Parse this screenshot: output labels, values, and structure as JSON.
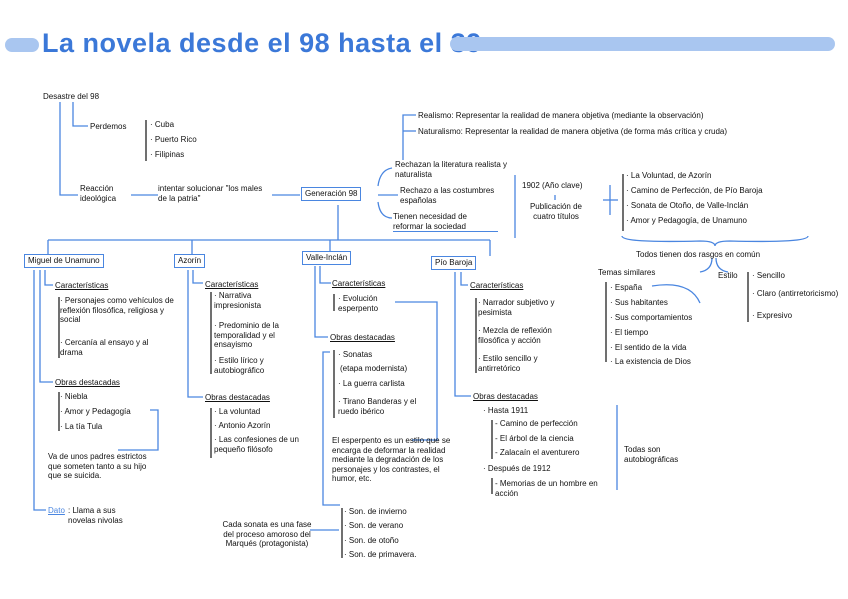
{
  "title": "La novela desde el 98 hasta el 39",
  "accent_color": "#3b78d8",
  "line_color": "#4a86e0",
  "root": {
    "label": "Desastre del 98"
  },
  "perdemos": {
    "label": "Perdemos",
    "items": [
      "· Cuba",
      "· Puerto Rico",
      "· Filipinas"
    ]
  },
  "reaccion": {
    "label": "Reacción ideológica",
    "next": "intentar solucionar \"los males de la patria\""
  },
  "generacion": {
    "label": "Generación 98"
  },
  "rasgos": [
    "Rechazan la literatura realista y naturalista",
    "Rechazo a las costumbres españolas",
    "Tienen necesidad de reformar la sociedad"
  ],
  "corrientes": [
    "Realismo: Representar la realidad de manera objetiva (mediante la observación)",
    "Naturalismo: Representar la realidad de manera objetiva (de forma más crítica y cruda)"
  ],
  "anio_clave": {
    "year": "1902 (Año clave)",
    "label": "Publicación de cuatro títulos"
  },
  "titulos_1902": [
    "· La Voluntad, de Azorín",
    "· Camino de Perfección, de Pío Baroja",
    "· Sonata de Otoño, de Valle-Inclán",
    "· Amor y Pedagogía, de Unamuno"
  ],
  "comun": {
    "label": "Todos tienen dos rasgos en común",
    "temas_label": "Temas similares",
    "temas": [
      "· España",
      "· Sus habitantes",
      "· Sus comportamientos",
      "· El tiempo",
      "· El sentido de la vida",
      "· La existencia de Dios"
    ],
    "estilo_label": "Estilo",
    "estilo": [
      "· Sencillo",
      "· Claro (antirretoricismo)",
      "· Expresivo"
    ]
  },
  "unamuno": {
    "name": "Miguel de Unamuno",
    "caract_label": "Características",
    "caract": [
      "· Personajes como vehículos de reflexión filosófica, religiosa y social",
      "· Cercanía al ensayo y al drama"
    ],
    "obras_label": "Obras destacadas",
    "obras": [
      "· Niebla",
      "· Amor y Pedagogía",
      "· La tía Tula"
    ],
    "nota": "Va de unos padres estrictos que someten tanto a su hijo que se suicida.",
    "dato_label": "Dato",
    "dato": ": Llama a sus novelas nivolas"
  },
  "azorin": {
    "name": "Azorín",
    "caract_label": "Características",
    "caract": [
      "· Narrativa impresionista",
      "· Predominio de la temporalidad y el ensayismo",
      "· Estilo lírico y autobiográfico"
    ],
    "obras_label": "Obras destacadas",
    "obras": [
      "· La voluntad",
      "· Antonio Azorín",
      "· Las confesiones de un pequeño filósofo"
    ]
  },
  "valle": {
    "name": "Valle-Inclán",
    "caract_label": "Características",
    "caract": [
      "· Evolución esperpento"
    ],
    "obras_label": "Obras destacadas",
    "obras": [
      "· Sonatas",
      "(etapa modernista)",
      "· La guerra carlista",
      "· Tirano Banderas y el ruedo ibérico"
    ],
    "esperpento": "El esperpento es un estilo que se encarga de deformar la realidad mediante la degradación de los personajes y los contrastes, el humor, etc.",
    "sonatas": [
      "· Son. de invierno",
      "· Son. de verano",
      "· Son. de otoño",
      "· Son. de primavera."
    ],
    "sonata_nota": "Cada sonata es una fase del proceso amoroso del Marqués (protagonista)"
  },
  "baroja": {
    "name": "Pío Baroja",
    "caract_label": "Características",
    "caract": [
      "· Narrador subjetivo y pesimista",
      "· Mezcla de reflexión filosófica y acción",
      "· Estilo sencillo y antirretórico"
    ],
    "obras_label": "Obras destacadas",
    "hasta": "· Hasta 1911",
    "obras_hasta": [
      "- Camino de perfección",
      "- El árbol de la ciencia",
      "- Zalacaín el aventurero"
    ],
    "despues": "· Después de 1912",
    "obras_despues": [
      "- Memorias de un hombre en acción"
    ],
    "nota": "Todas son autobiográficas"
  }
}
